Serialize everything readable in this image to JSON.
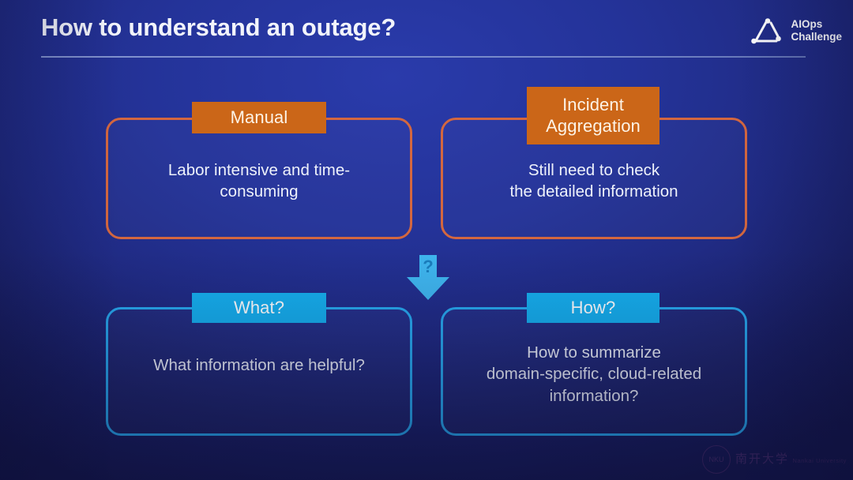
{
  "slide": {
    "title": "How to understand an outage?",
    "background_top_color": "#243399",
    "background_bottom_color": "#171a52",
    "rule_color": "#8a9cd0"
  },
  "logo": {
    "line1": "AIOps",
    "line2": "Challenge",
    "icon": "aiops-triangle-mark"
  },
  "cards": [
    {
      "id": "manual",
      "tab_label": "Manual",
      "body": "Labor intensive and time-\nconsuming",
      "accent": "#d4673f",
      "tab_color": "#cb6618",
      "style": "orange"
    },
    {
      "id": "incident-aggregation",
      "tab_label": "Incident\nAggregation",
      "body": "Still need to check\nthe detailed information",
      "accent": "#d4673f",
      "tab_color": "#cb6618",
      "style": "orange"
    },
    {
      "id": "what",
      "tab_label": "What?",
      "body": "What information are helpful?",
      "accent": "#28a9ef",
      "tab_color": "#16afee",
      "style": "cyan"
    },
    {
      "id": "how",
      "tab_label": "How?",
      "body": "How to summarize\ndomain-specific, cloud-related\ninformation?",
      "accent": "#28a9ef",
      "tab_color": "#16afee",
      "style": "cyan"
    }
  ],
  "arrow": {
    "label": "?",
    "color": "#3fb6ef",
    "direction": "down"
  },
  "watermark": {
    "chinese_name": "南开大学",
    "english_name": "Nankai University",
    "seal_text": "NKU",
    "color": "#8f4c95"
  }
}
